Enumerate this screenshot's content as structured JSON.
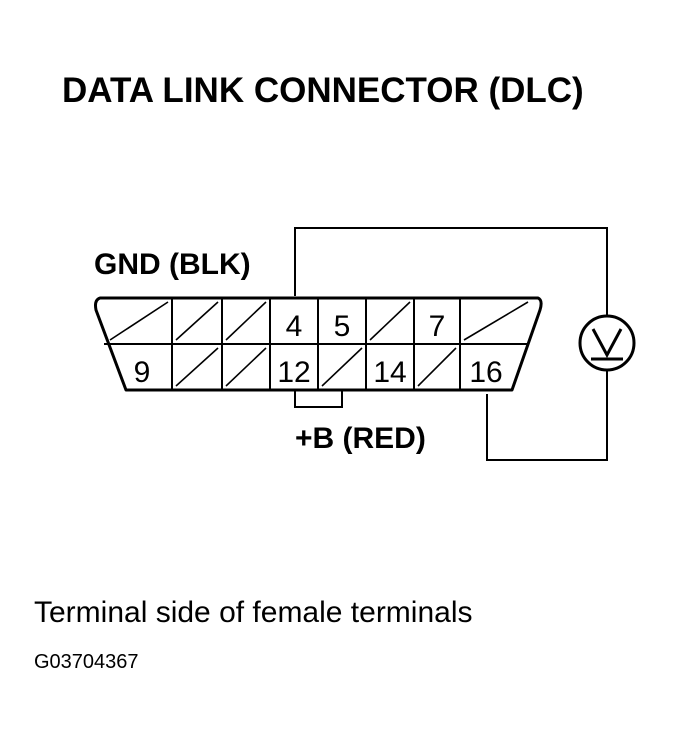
{
  "title": "DATA LINK CONNECTOR (DLC)",
  "labels": {
    "gnd": "GND (BLK)",
    "plus_b": "+B (RED)"
  },
  "meter": {
    "symbol": "V"
  },
  "connector": {
    "top_row": [
      {
        "label": "",
        "blank": true
      },
      {
        "label": "",
        "blank": true
      },
      {
        "label": "",
        "blank": true
      },
      {
        "label": "4",
        "blank": false
      },
      {
        "label": "5",
        "blank": false
      },
      {
        "label": "",
        "blank": true
      },
      {
        "label": "7",
        "blank": false
      },
      {
        "label": "",
        "blank": true
      }
    ],
    "bottom_row": [
      {
        "label": "9",
        "blank": false
      },
      {
        "label": "",
        "blank": true
      },
      {
        "label": "",
        "blank": true
      },
      {
        "label": "12",
        "blank": false
      },
      {
        "label": "",
        "blank": true
      },
      {
        "label": "14",
        "blank": false
      },
      {
        "label": "",
        "blank": true
      },
      {
        "label": "16",
        "blank": false
      }
    ]
  },
  "caption": "Terminal side of female terminals",
  "figure_id": "G03704367"
}
